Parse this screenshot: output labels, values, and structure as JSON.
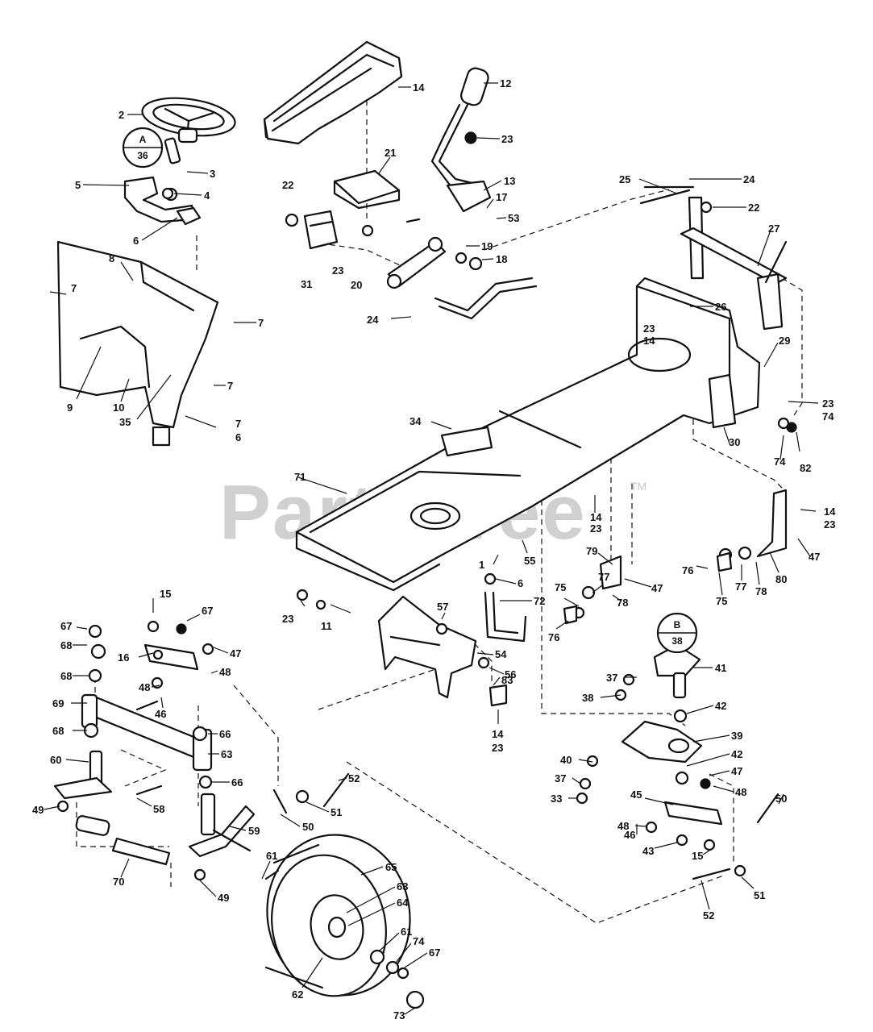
{
  "watermark": {
    "text": "PartsTree",
    "tm": "TM"
  },
  "refs": [
    {
      "id": "ref-a",
      "letter": "A",
      "number": "36"
    },
    {
      "id": "ref-b",
      "letter": "B",
      "number": "38"
    }
  ],
  "callouts": [
    {
      "id": "c1",
      "text": "12"
    },
    {
      "id": "c2",
      "text": "14"
    },
    {
      "id": "c3",
      "text": "2"
    },
    {
      "id": "c4",
      "text": "3"
    },
    {
      "id": "c5",
      "text": "5"
    },
    {
      "id": "c6",
      "text": "4"
    },
    {
      "id": "c7",
      "text": "6"
    },
    {
      "id": "c8",
      "text": "21"
    },
    {
      "id": "c9",
      "text": "22"
    },
    {
      "id": "c10",
      "text": "23"
    },
    {
      "id": "c11",
      "text": "13"
    },
    {
      "id": "c12",
      "text": "17"
    },
    {
      "id": "c13",
      "text": "53"
    },
    {
      "id": "c14",
      "text": "19"
    },
    {
      "id": "c15",
      "text": "18"
    },
    {
      "id": "c16",
      "text": "31"
    },
    {
      "id": "c17",
      "text": "23"
    },
    {
      "id": "c18",
      "text": "20"
    },
    {
      "id": "c19",
      "text": "24"
    },
    {
      "id": "c20",
      "text": "25"
    },
    {
      "id": "c21",
      "text": "24"
    },
    {
      "id": "c22",
      "text": "22"
    },
    {
      "id": "c23",
      "text": "27"
    },
    {
      "id": "c24",
      "text": "8"
    },
    {
      "id": "c25",
      "text": "7"
    },
    {
      "id": "c26",
      "text": "7"
    },
    {
      "id": "c27",
      "text": "7"
    },
    {
      "id": "c28",
      "text": "9"
    },
    {
      "id": "c29",
      "text": "10"
    },
    {
      "id": "c30",
      "text": "35"
    },
    {
      "id": "c31",
      "text": "7"
    },
    {
      "id": "c32",
      "text": "6"
    },
    {
      "id": "c33",
      "text": "26"
    },
    {
      "id": "c34",
      "text": "23"
    },
    {
      "id": "c35",
      "text": "14"
    },
    {
      "id": "c36",
      "text": "29"
    },
    {
      "id": "c37",
      "text": "23"
    },
    {
      "id": "c38",
      "text": "74"
    },
    {
      "id": "c39",
      "text": "30"
    },
    {
      "id": "c40",
      "text": "74"
    },
    {
      "id": "c41",
      "text": "82"
    },
    {
      "id": "c42",
      "text": "34"
    },
    {
      "id": "c43",
      "text": "71"
    },
    {
      "id": "c44",
      "text": "14"
    },
    {
      "id": "c45",
      "text": "23"
    },
    {
      "id": "c46",
      "text": "14"
    },
    {
      "id": "c47",
      "text": "23"
    },
    {
      "id": "c48",
      "text": "47"
    },
    {
      "id": "c49",
      "text": "1"
    },
    {
      "id": "c50",
      "text": "55"
    },
    {
      "id": "c51",
      "text": "6"
    },
    {
      "id": "c52",
      "text": "72"
    },
    {
      "id": "c53",
      "text": "79"
    },
    {
      "id": "c54",
      "text": "77"
    },
    {
      "id": "c55",
      "text": "78"
    },
    {
      "id": "c56",
      "text": "47"
    },
    {
      "id": "c57",
      "text": "75"
    },
    {
      "id": "c58",
      "text": "76"
    },
    {
      "id": "c59",
      "text": "76"
    },
    {
      "id": "c60",
      "text": "75"
    },
    {
      "id": "c61",
      "text": "77"
    },
    {
      "id": "c62",
      "text": "78"
    },
    {
      "id": "c63",
      "text": "80"
    },
    {
      "id": "c64",
      "text": "23"
    },
    {
      "id": "c65",
      "text": "11"
    },
    {
      "id": "c66",
      "text": "57"
    },
    {
      "id": "c67",
      "text": "54"
    },
    {
      "id": "c68",
      "text": "56"
    },
    {
      "id": "c69",
      "text": "83"
    },
    {
      "id": "c70",
      "text": "14"
    },
    {
      "id": "c71",
      "text": "23"
    },
    {
      "id": "c72",
      "text": "15"
    },
    {
      "id": "c73",
      "text": "67"
    },
    {
      "id": "c74",
      "text": "67"
    },
    {
      "id": "c75",
      "text": "68"
    },
    {
      "id": "c76",
      "text": "16"
    },
    {
      "id": "c77",
      "text": "47"
    },
    {
      "id": "c78",
      "text": "48"
    },
    {
      "id": "c79",
      "text": "68"
    },
    {
      "id": "c80",
      "text": "48"
    },
    {
      "id": "c81",
      "text": "46"
    },
    {
      "id": "c82",
      "text": "69"
    },
    {
      "id": "c83",
      "text": "66"
    },
    {
      "id": "c84",
      "text": "68"
    },
    {
      "id": "c85",
      "text": "63"
    },
    {
      "id": "c86",
      "text": "60"
    },
    {
      "id": "c87",
      "text": "66"
    },
    {
      "id": "c88",
      "text": "58"
    },
    {
      "id": "c89",
      "text": "49"
    },
    {
      "id": "c90",
      "text": "59"
    },
    {
      "id": "c91",
      "text": "70"
    },
    {
      "id": "c92",
      "text": "49"
    },
    {
      "id": "c93",
      "text": "50"
    },
    {
      "id": "c94",
      "text": "51"
    },
    {
      "id": "c95",
      "text": "52"
    },
    {
      "id": "c96",
      "text": "61"
    },
    {
      "id": "c97",
      "text": "65"
    },
    {
      "id": "c98",
      "text": "63"
    },
    {
      "id": "c99",
      "text": "64"
    },
    {
      "id": "c100",
      "text": "61"
    },
    {
      "id": "c101",
      "text": "74"
    },
    {
      "id": "c102",
      "text": "67"
    },
    {
      "id": "c103",
      "text": "62"
    },
    {
      "id": "c104",
      "text": "73"
    },
    {
      "id": "c105",
      "text": "37"
    },
    {
      "id": "c106",
      "text": "41"
    },
    {
      "id": "c107",
      "text": "38"
    },
    {
      "id": "c108",
      "text": "42"
    },
    {
      "id": "c109",
      "text": "39"
    },
    {
      "id": "c110",
      "text": "40"
    },
    {
      "id": "c111",
      "text": "42"
    },
    {
      "id": "c112",
      "text": "47"
    },
    {
      "id": "c113",
      "text": "37"
    },
    {
      "id": "c114",
      "text": "48"
    },
    {
      "id": "c115",
      "text": "33"
    },
    {
      "id": "c116",
      "text": "45"
    },
    {
      "id": "c117",
      "text": "48"
    },
    {
      "id": "c118",
      "text": "46"
    },
    {
      "id": "c119",
      "text": "43"
    },
    {
      "id": "c120",
      "text": "15"
    },
    {
      "id": "c121",
      "text": "50"
    },
    {
      "id": "c122",
      "text": "51"
    },
    {
      "id": "c123",
      "text": "52"
    }
  ]
}
